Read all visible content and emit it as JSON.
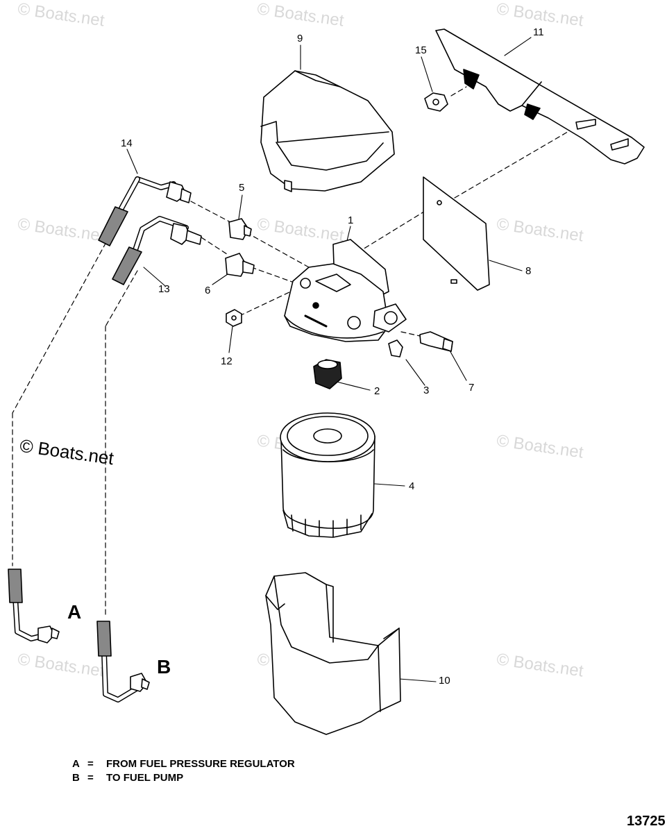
{
  "watermark": "© Boats.net",
  "watermark_main": "© Boats.net",
  "callouts": [
    "1",
    "2",
    "3",
    "4",
    "5",
    "6",
    "7",
    "8",
    "9",
    "10",
    "11",
    "12",
    "13",
    "14",
    "15"
  ],
  "ends": {
    "a": "A",
    "b": "B"
  },
  "legend": {
    "a_key": "A",
    "a_eq": "=",
    "a_text": "FROM FUEL PRESSURE REGULATOR",
    "b_key": "B",
    "b_eq": "=",
    "b_text": "TO FUEL PUMP"
  },
  "figure_number": "13725"
}
